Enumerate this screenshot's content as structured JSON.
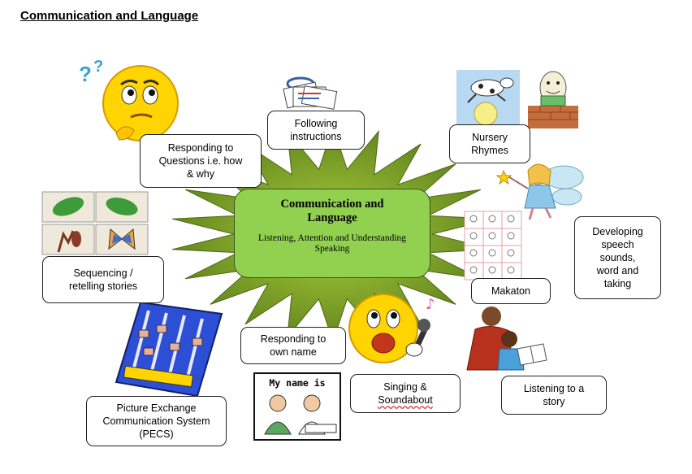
{
  "page_title": "Communication and Language",
  "center": {
    "title": "Communication and\nLanguage",
    "subtitle": "Listening, Attention and Understanding\nSpeaking"
  },
  "nodes": {
    "responding_questions": "Responding to\nQuestions i.e. how\n& why",
    "following_instructions": "Following\ninstructions",
    "nursery_rhymes": "Nursery\nRhymes",
    "sequencing": "Sequencing /\nretelling stories",
    "developing_speech": "Developing\nspeech\nsounds,\nword and\ntaking",
    "makaton": "Makaton",
    "responding_name": "Responding to\nown name",
    "singing_line1": "Singing &",
    "singing_line2": "Soundabout",
    "listening_story": "Listening to a\nstory",
    "pecs": "Picture Exchange\nCommunication System\n(PECS)"
  },
  "name_card": {
    "label": "My name is"
  },
  "colors": {
    "center_fill": "#92d050",
    "star_fill": "#6b8e23",
    "smiley": "#ffd400"
  },
  "icons": [
    "thinking-face-icon",
    "question-marks-icon",
    "instruction-cards-icon",
    "cow-jumping-moon-icon",
    "humpty-dumpty-icon",
    "fairy-icon",
    "leaf-sequence-cards-icon",
    "makaton-sign-grid-icon",
    "pecs-board-icon",
    "singing-face-icon",
    "parent-reading-icon",
    "name-card-icon"
  ]
}
